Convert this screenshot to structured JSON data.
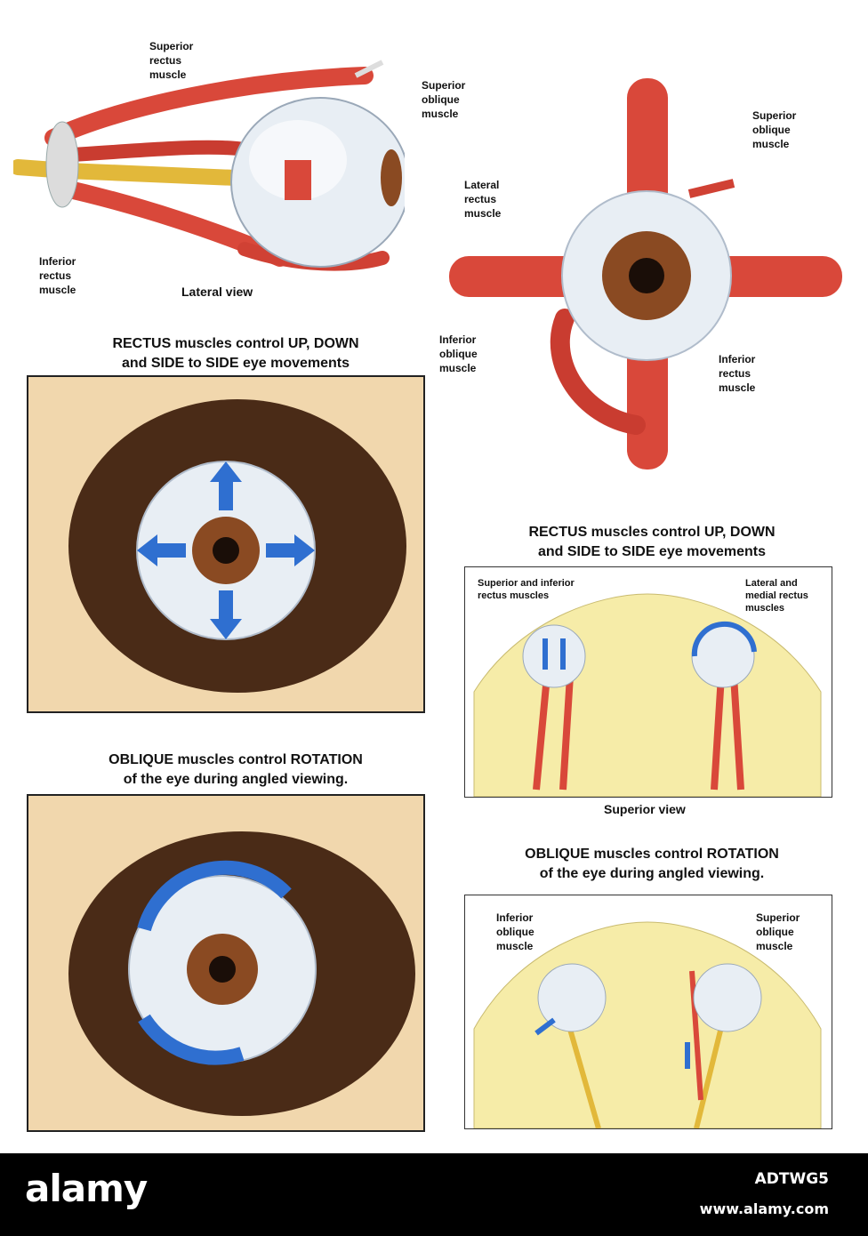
{
  "lateral": {
    "superior_rectus": "Superior rectus muscle",
    "superior_oblique": "Superior oblique muscle",
    "inferior_rectus": "Inferior rectus muscle",
    "caption": "Lateral view"
  },
  "anterior": {
    "superior_oblique": "Superior oblique muscle",
    "lateral_rectus": "Lateral rectus muscle",
    "inferior_oblique": "Inferior oblique muscle",
    "inferior_rectus": "Inferior rectus muscle"
  },
  "rectus_left": {
    "line1": "RECTUS muscles control UP, DOWN",
    "line2": "and SIDE to SIDE eye movements"
  },
  "oblique_left": {
    "line1": "OBLIQUE muscles control ROTATION",
    "line2": "of the eye during angled viewing."
  },
  "rectus_right": {
    "line1": "RECTUS muscles control UP, DOWN",
    "line2": "and SIDE to SIDE eye movements"
  },
  "superior_panel": {
    "left_label": "Superior and inferior rectus muscles",
    "right_label": "Lateral and medial rectus muscles",
    "caption": "Superior view"
  },
  "oblique_right": {
    "line1": "OBLIQUE muscles control ROTATION",
    "line2": "of the eye during angled viewing."
  },
  "oblique_panel": {
    "left_label": "Inferior oblique muscle",
    "right_label": "Superior oblique muscle"
  },
  "footer": {
    "brand": "alamy",
    "stock_id": "ADTWG5",
    "url": "www.alamy.com"
  },
  "colors": {
    "muscle": "#d9483a",
    "sclera": "#e8eef4",
    "iris": "#8a4a22",
    "bone": "#f6eca8",
    "arrow": "#2f6fd0",
    "nerve": "#f2cc3c"
  }
}
